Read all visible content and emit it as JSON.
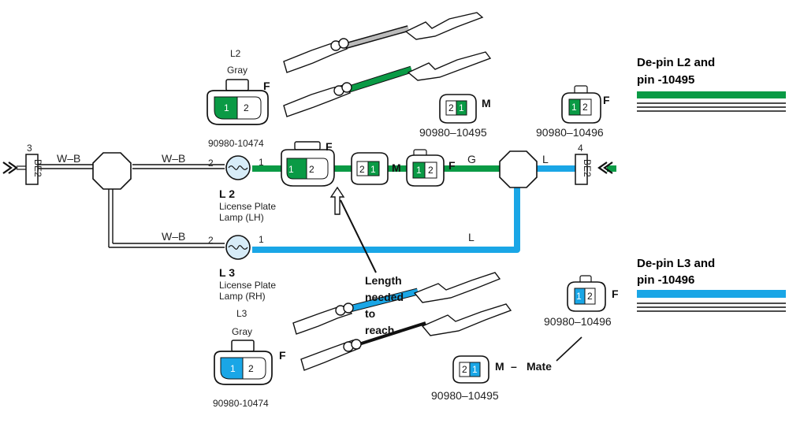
{
  "connectors": {
    "be2_left": {
      "pin": "3",
      "label": "BE2"
    },
    "be2_right": {
      "pin": "4",
      "label": "BE2"
    }
  },
  "wires": {
    "wb_a": "W–B",
    "wb_b": "W–B",
    "wb_c": "W–B",
    "g": "G",
    "l_top": "L",
    "l_bottom": "L"
  },
  "lamps": {
    "l2": {
      "name": "L 2",
      "desc_line1": "License Plate",
      "desc_line2": "Lamp (LH)",
      "pin_in": "2",
      "pin_out": "1"
    },
    "l3": {
      "name": "L 3",
      "desc_line1": "License Plate",
      "desc_line2": "Lamp (RH)",
      "pin_in": "2",
      "pin_out": "1"
    }
  },
  "housing_l2": {
    "title": "L2",
    "color": "Gray",
    "gender": "F",
    "part": "90980-10474",
    "pin1": "1",
    "pin2": "2"
  },
  "housing_l3": {
    "title": "L3",
    "color": "Gray",
    "gender": "F",
    "part": "90980-10474",
    "pin1": "1",
    "pin2": "2"
  },
  "inline_connectors": {
    "f1": {
      "gender": "F",
      "pin1": "1",
      "pin2": "2"
    },
    "m1": {
      "gender": "M",
      "pin_a": "2",
      "pin_b": "1"
    },
    "f2": {
      "gender": "F",
      "pin_a": "1",
      "pin_b": "2"
    }
  },
  "parts": {
    "m_top": {
      "gender": "M",
      "part": "90980–10495",
      "pin_a": "2",
      "pin_b": "1"
    },
    "f_top": {
      "gender": "F",
      "part": "90980–10496",
      "pin_a": "1",
      "pin_b": "2"
    },
    "f_mid": {
      "gender": "F",
      "part": "90980–10496",
      "pin_a": "1",
      "pin_b": "2"
    },
    "m_bottom": {
      "gender": "M",
      "part": "90980–10495",
      "pin_a": "2",
      "pin_b": "1"
    }
  },
  "annotations": {
    "depin_l2_line1": "De-pin L2 and",
    "depin_l2_line2": "pin -10495",
    "depin_l3_line1": "De-pin L3 and",
    "depin_l3_line2": "pin -10496",
    "length_line1": "Length",
    "length_line2": "needed",
    "length_line3": "to",
    "length_line4": "reach",
    "mate": "Mate",
    "mate_dash": "–"
  },
  "colors": {
    "green": "#0a9a45",
    "blue": "#1aa6e6",
    "black": "#111111",
    "lamp_fill": "#d7ecf8"
  }
}
